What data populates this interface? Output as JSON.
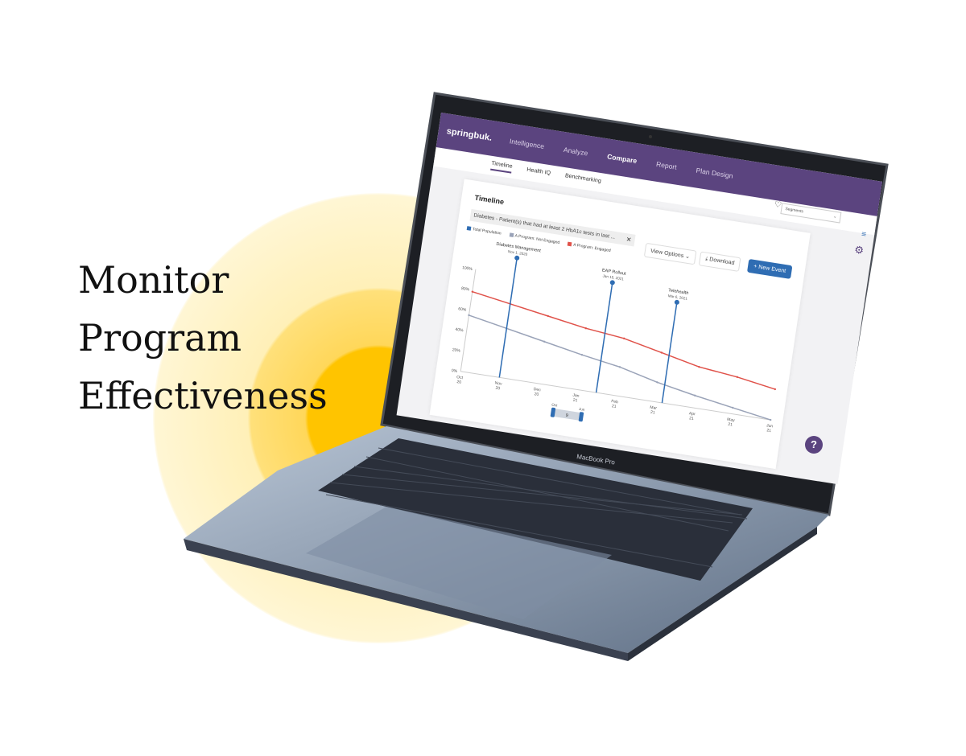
{
  "headline": [
    "Monitor",
    "Program",
    "Effectiveness"
  ],
  "colors": {
    "brand_purple": "#5b447f",
    "accent_blue": "#2f6db3",
    "engaged_red": "#e0524a",
    "not_engaged_gray": "#9aa3b8",
    "glow_yellow": "#ffc400"
  },
  "app": {
    "logo": "springbuk.",
    "nav": [
      "Intelligence",
      "Analyze",
      "Compare",
      "Report",
      "Plan Design"
    ],
    "nav_active": "Compare",
    "subnav": [
      "Timeline",
      "Health IQ",
      "Benchmarking"
    ],
    "subnav_active": "Timeline",
    "page_title": "Timeline",
    "filter_chip": "Diabetes - Patient(s) that had at least 2 HbA1c tests in last ...",
    "filter_close": "✕",
    "segments_placeholder": "Segments",
    "view_options": "View Options ⌄",
    "download": "⤓ Download",
    "new_event": "+ New Event",
    "help": "?",
    "legend": [
      "Total Population",
      "A Program: Not Engaged",
      "A Program: Engaged"
    ],
    "range": {
      "start": "Oct",
      "end": "Jun",
      "count": "9"
    }
  },
  "laptop_label": "MacBook Pro",
  "chart_data": {
    "type": "line",
    "categories": [
      "Oct 20",
      "Nov 20",
      "Dec 20",
      "Jan 21",
      "Feb 21",
      "Mar 21",
      "Apr 21",
      "May 21",
      "Jun 21"
    ],
    "yticks": [
      "0%",
      "20%",
      "40%",
      "60%",
      "80%",
      "100%"
    ],
    "ylim": [
      0,
      100
    ],
    "series": [
      {
        "name": "A Program: Engaged",
        "color": "#e0524a",
        "values": [
          78,
          72,
          66,
          60,
          56,
          48,
          40,
          36,
          30
        ]
      },
      {
        "name": "A Program: Not Engaged",
        "color": "#9aa3b8",
        "values": [
          55,
          48,
          41,
          34,
          28,
          19,
          12,
          6,
          0
        ]
      }
    ],
    "events": [
      {
        "label": "Diabetes Management",
        "date": "Nov 1, 2020",
        "x": 1.0
      },
      {
        "label": "EAP Rollout",
        "date": "Jan 15, 2021",
        "x": 3.5
      },
      {
        "label": "Telehealth",
        "date": "Mar 6, 2021",
        "x": 5.2
      }
    ]
  }
}
